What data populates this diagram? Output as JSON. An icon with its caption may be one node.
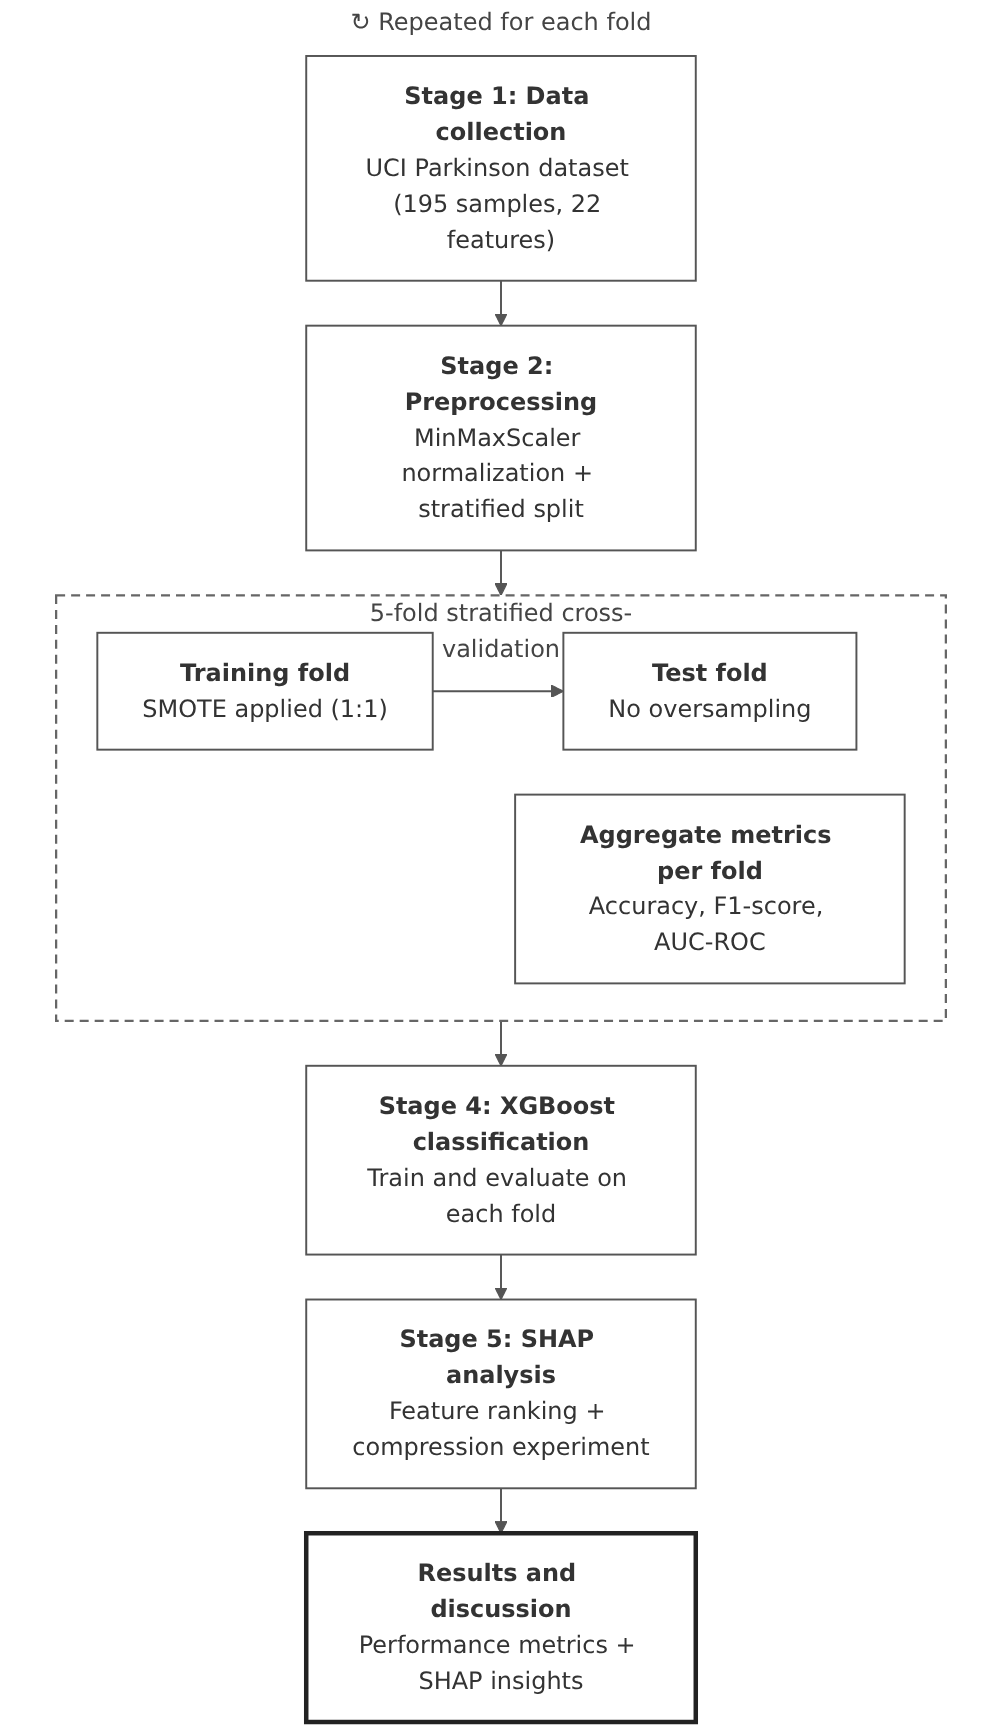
{
  "diagram": {
    "nodes": [
      {
        "text": [
          "Stage 1: Data collection",
          "UCI Parkinson dataset (195 samples, 22 features)"
        ]
      },
      {
        "text": [
          "Stage 2: Preprocessing",
          "MinMaxScaler normalization + stratified split"
        ]
      },
      {
        "text": [
          "5-fold stratified cross-validation"
        ]
      },
      {
        "text": [
          "Training fold",
          "SMOTE applied (1:1)"
        ],
        "in": 2
      },
      {
        "text": [
          "Test fold",
          "No oversampling"
        ],
        "in": 2
      },
      {
        "text": [
          "Aggregate metrics per fold",
          "Accuracy, F1-score, AUC-ROC"
        ],
        "in": 2
      },
      {
        "text": [
          "Stage 4: XGBoost classification",
          "Train and evaluate on each fold"
        ]
      },
      {
        "text": [
          "Stage 5: SHAP analysis",
          "Feature ranking + compression experiment"
        ]
      },
      {
        "text": [
          "Results and discussion",
          "Performance metrics + SHAP insights"
        ]
      }
    ],
    "edges": [
      {
        "from": 0,
        "to": 1,
        "arrow": "to"
      },
      {
        "from": 1,
        "to": 2,
        "arrow": "to"
      },
      {
        "from": 3,
        "to": 4,
        "arrow": "to"
      },
      {
        "from": 2,
        "to": 6,
        "arrow": "to"
      },
      {
        "from": 6,
        "to": 7,
        "arrow": "to"
      },
      {
        "from": 7,
        "to": 8,
        "arrow": "to"
      }
    ],
    "labels": [
      "↻ Repeated for each fold"
    ]
  }
}
